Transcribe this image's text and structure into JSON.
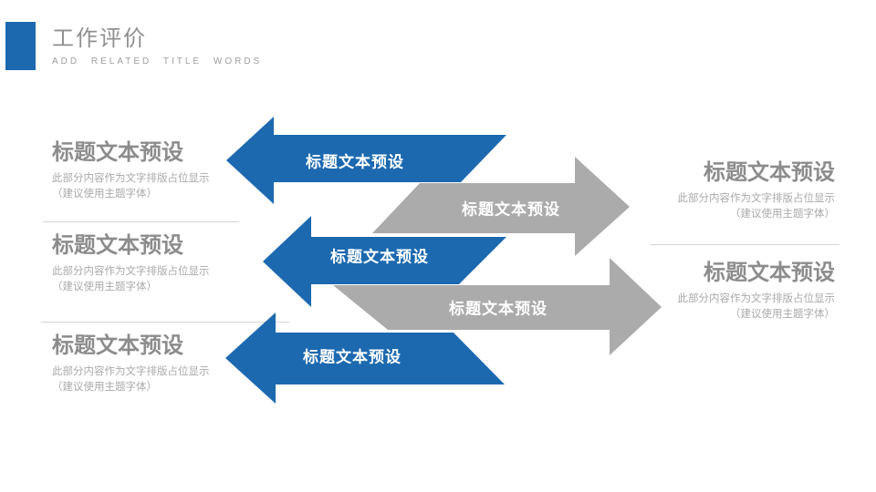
{
  "header": {
    "title": "工作评价",
    "subtitle": "ADD RELATED TITLE WORDS"
  },
  "colors": {
    "accent_blue": "#1C69B0",
    "arrow_gray": "#ABABAB",
    "title_gray": "#8C8C8C",
    "desc_gray": "#A9A9A9",
    "separator": "#D5D5D5"
  },
  "arrows": [
    {
      "id": "blue-1",
      "direction": "left",
      "color": "#1C69B0",
      "label": "标题文本预设"
    },
    {
      "id": "gray-1",
      "direction": "right",
      "color": "#ABABAB",
      "label": "标题文本预设"
    },
    {
      "id": "blue-2",
      "direction": "left",
      "color": "#1C69B0",
      "label": "标题文本预设"
    },
    {
      "id": "gray-2",
      "direction": "right",
      "color": "#ABABAB",
      "label": "标题文本预设"
    },
    {
      "id": "blue-3",
      "direction": "left",
      "color": "#1C69B0",
      "label": "标题文本预设"
    }
  ],
  "left_blocks": [
    {
      "title": "标题文本预设",
      "desc_line1": "此部分内容作为文字排版占位显示",
      "desc_line2": "（建议使用主题字体）"
    },
    {
      "title": "标题文本预设",
      "desc_line1": "此部分内容作为文字排版占位显示",
      "desc_line2": "（建议使用主题字体）"
    },
    {
      "title": "标题文本预设",
      "desc_line1": "此部分内容作为文字排版占位显示",
      "desc_line2": "（建议使用主题字体）"
    }
  ],
  "right_blocks": [
    {
      "title": "标题文本预设",
      "desc_line1": "此部分内容作为文字排版占位显示",
      "desc_line2": "（建议使用主题字体）"
    },
    {
      "title": "标题文本预设",
      "desc_line1": "此部分内容作为文字排版占位显示",
      "desc_line2": "（建议使用主题字体）"
    }
  ]
}
